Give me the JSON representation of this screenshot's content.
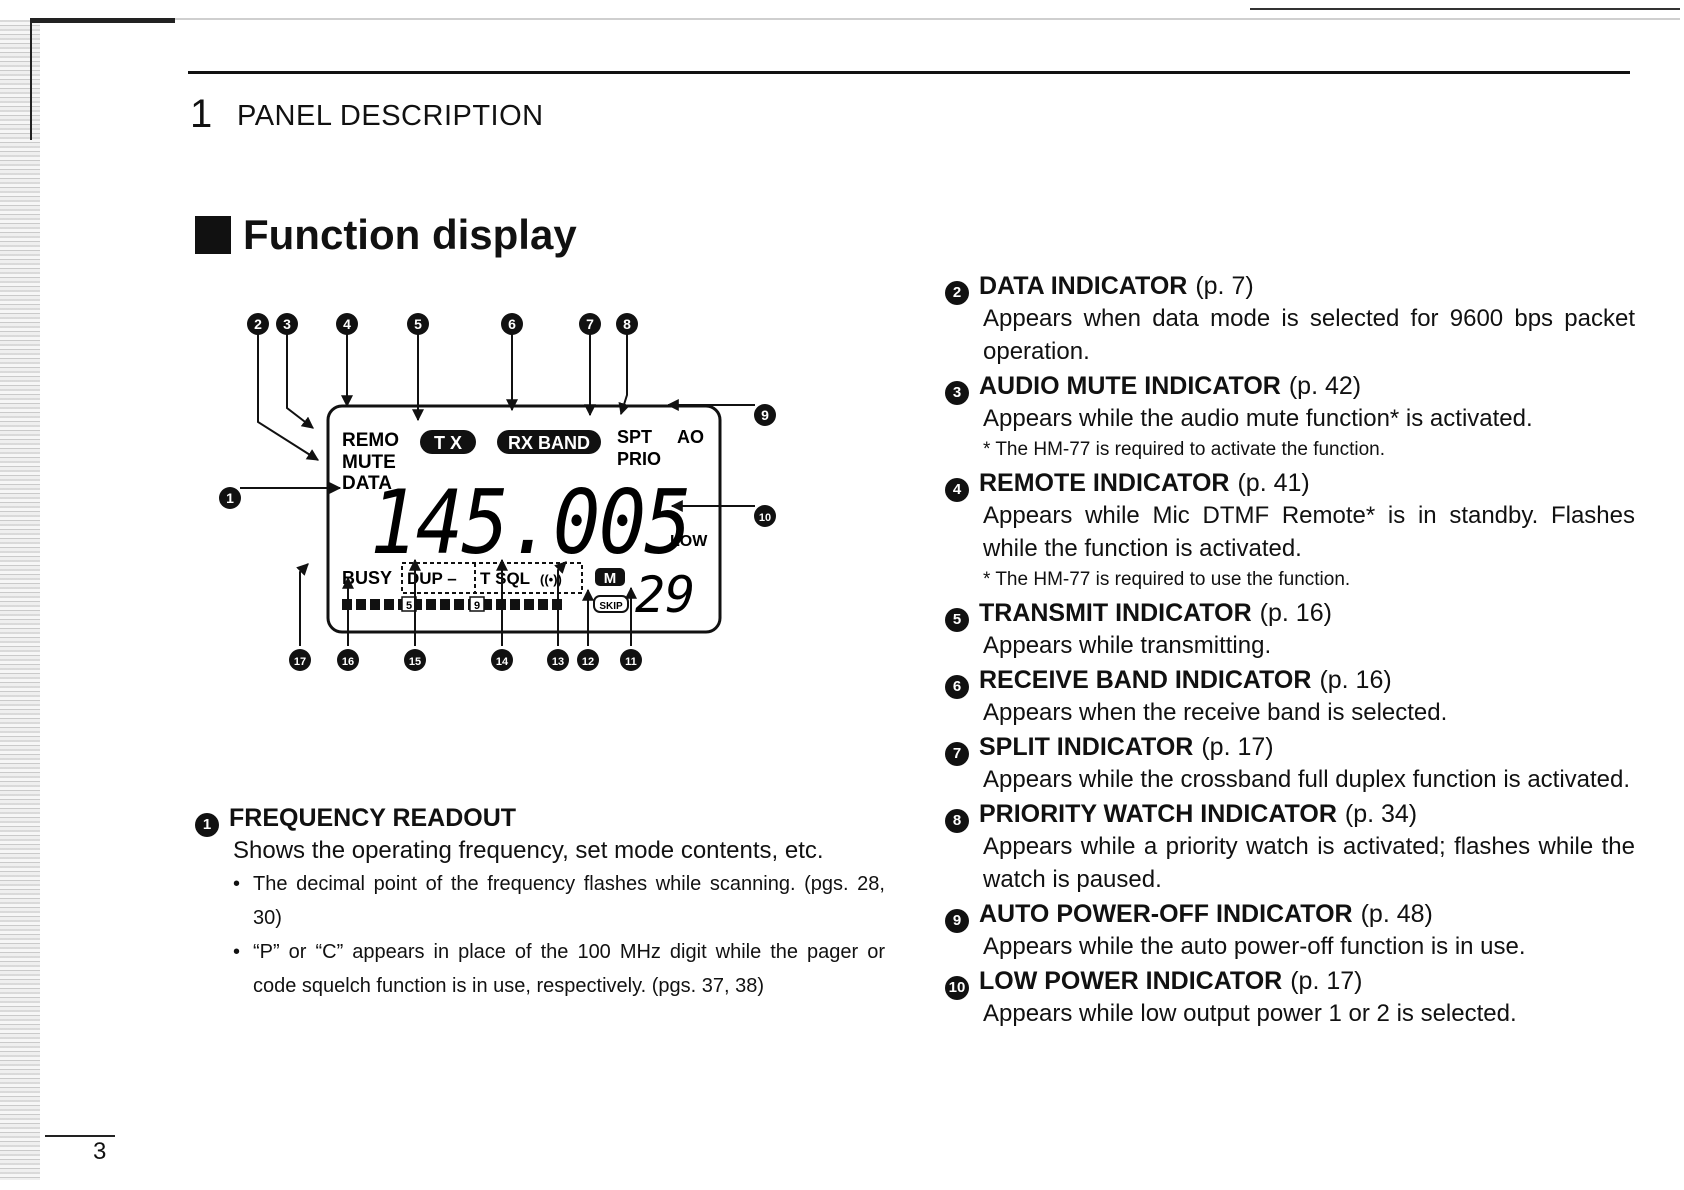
{
  "header": {
    "chapter_number": "1",
    "chapter_title": "PANEL DESCRIPTION"
  },
  "section_title": "Function display",
  "display": {
    "labels": {
      "remo": "REMO",
      "mute": "MUTE",
      "data": "DATA",
      "tx": "T X",
      "rx_band": "RX BAND",
      "spt": "SPT",
      "ao": "AO",
      "prio": "PRIO",
      "low": "LOW",
      "busy": "BUSY",
      "dup": "DUP –",
      "tsql": "T SQL",
      "tone": "((•))",
      "m": "M",
      "skip": "SKIP",
      "s5": "5",
      "s9": "9"
    },
    "frequency": "145.005",
    "channel": "29",
    "callouts": [
      "1",
      "2",
      "3",
      "4",
      "5",
      "6",
      "7",
      "8",
      "9",
      "10",
      "11",
      "12",
      "13",
      "14",
      "15",
      "16",
      "17"
    ]
  },
  "left_items": [
    {
      "num": "1",
      "name": "FREQUENCY READOUT",
      "page": "",
      "desc": "Shows the operating frequency, set mode contents, etc.",
      "bullets": [
        "The decimal point of the frequency flashes while scanning. (pgs. 28, 30)",
        "“P” or “C” appears in place of the 100 MHz digit while the pager or code squelch function is in use, respectively. (pgs. 37, 38)"
      ]
    }
  ],
  "right_items": [
    {
      "num": "2",
      "name": "DATA INDICATOR",
      "page": "(p. 7)",
      "desc": "Appears when data mode is selected for 9600 bps packet operation.",
      "note": ""
    },
    {
      "num": "3",
      "name": "AUDIO MUTE INDICATOR",
      "page": "(p. 42)",
      "desc": "Appears while the audio mute function* is activated.",
      "note": "* The HM-77 is required to activate the function."
    },
    {
      "num": "4",
      "name": "REMOTE INDICATOR",
      "page": "(p. 41)",
      "desc": "Appears while Mic DTMF Remote* is in standby. Flashes while the function is activated.",
      "note": "* The HM-77 is required to use the function."
    },
    {
      "num": "5",
      "name": "TRANSMIT INDICATOR",
      "page": "(p. 16)",
      "desc": "Appears while transmitting.",
      "note": ""
    },
    {
      "num": "6",
      "name": "RECEIVE BAND INDICATOR",
      "page": "(p. 16)",
      "desc": "Appears when the receive band is selected.",
      "note": ""
    },
    {
      "num": "7",
      "name": "SPLIT INDICATOR",
      "page": "(p. 17)",
      "desc": "Appears while the crossband full duplex function is activated.",
      "note": ""
    },
    {
      "num": "8",
      "name": "PRIORITY WATCH INDICATOR",
      "page": "(p. 34)",
      "desc": "Appears while a priority watch is activated; flashes while the watch is paused.",
      "note": ""
    },
    {
      "num": "9",
      "name": "AUTO POWER-OFF INDICATOR",
      "page": "(p. 48)",
      "desc": "Appears while the auto power-off function is in use.",
      "note": ""
    },
    {
      "num": "10",
      "name": "LOW POWER INDICATOR",
      "page": "(p. 17)",
      "desc": "Appears while low output power 1 or 2 is selected.",
      "note": ""
    }
  ],
  "footer": {
    "page_number": "3"
  }
}
